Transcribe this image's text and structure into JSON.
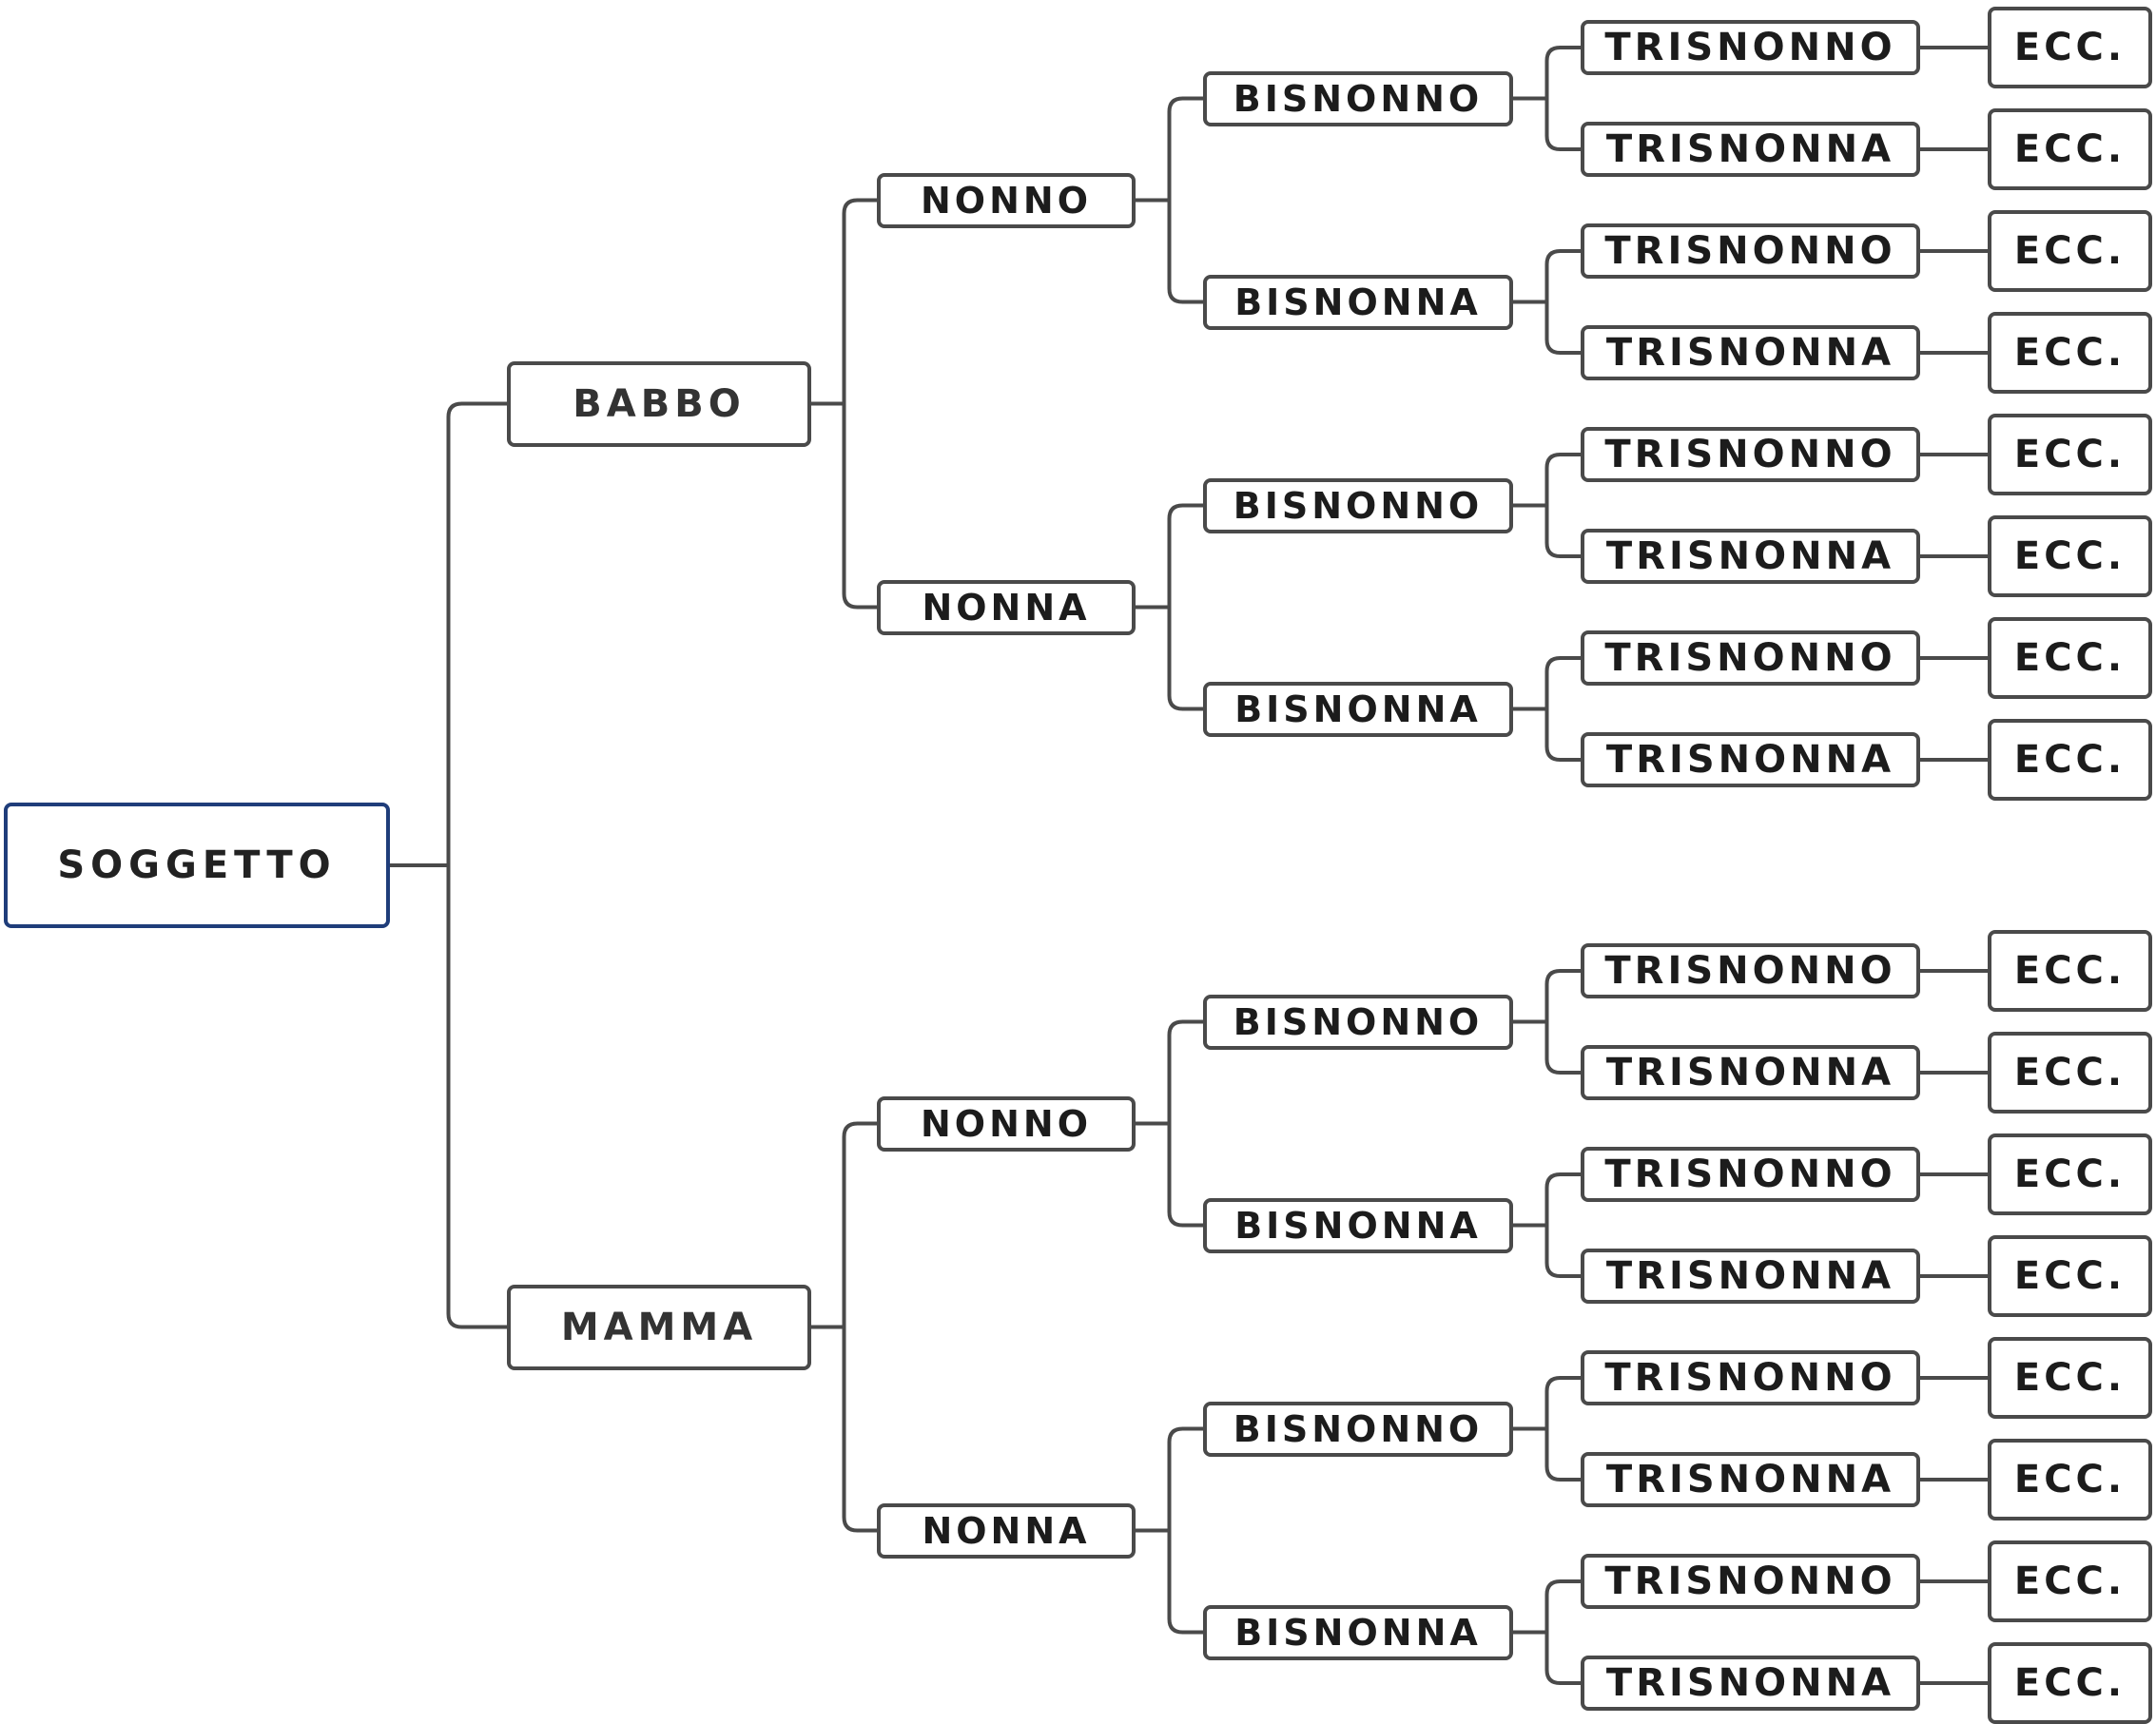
{
  "colors": {
    "root_border": "#1f3d7a",
    "node_border": "#4a4a4a",
    "line": "#4a4a4a",
    "text": "#1c1c1c"
  },
  "tree": {
    "label": "SOGGETTO",
    "children": [
      {
        "label": "BABBO",
        "children": [
          {
            "label": "NONNO",
            "children": [
              {
                "label": "BISNONNO",
                "children": [
                  {
                    "label": "TRISNONNO",
                    "children": [
                      {
                        "label": "ECC."
                      }
                    ]
                  },
                  {
                    "label": "TRISNONNA",
                    "children": [
                      {
                        "label": "ECC."
                      }
                    ]
                  }
                ]
              },
              {
                "label": "BISNONNA",
                "children": [
                  {
                    "label": "TRISNONNO",
                    "children": [
                      {
                        "label": "ECC."
                      }
                    ]
                  },
                  {
                    "label": "TRISNONNA",
                    "children": [
                      {
                        "label": "ECC."
                      }
                    ]
                  }
                ]
              }
            ]
          },
          {
            "label": "NONNA",
            "children": [
              {
                "label": "BISNONNO",
                "children": [
                  {
                    "label": "TRISNONNO",
                    "children": [
                      {
                        "label": "ECC."
                      }
                    ]
                  },
                  {
                    "label": "TRISNONNA",
                    "children": [
                      {
                        "label": "ECC."
                      }
                    ]
                  }
                ]
              },
              {
                "label": "BISNONNA",
                "children": [
                  {
                    "label": "TRISNONNO",
                    "children": [
                      {
                        "label": "ECC."
                      }
                    ]
                  },
                  {
                    "label": "TRISNONNA",
                    "children": [
                      {
                        "label": "ECC."
                      }
                    ]
                  }
                ]
              }
            ]
          }
        ]
      },
      {
        "label": "MAMMA",
        "children": [
          {
            "label": "NONNO",
            "children": [
              {
                "label": "BISNONNO",
                "children": [
                  {
                    "label": "TRISNONNO",
                    "children": [
                      {
                        "label": "ECC."
                      }
                    ]
                  },
                  {
                    "label": "TRISNONNA",
                    "children": [
                      {
                        "label": "ECC."
                      }
                    ]
                  }
                ]
              },
              {
                "label": "BISNONNA",
                "children": [
                  {
                    "label": "TRISNONNO",
                    "children": [
                      {
                        "label": "ECC."
                      }
                    ]
                  },
                  {
                    "label": "TRISNONNA",
                    "children": [
                      {
                        "label": "ECC."
                      }
                    ]
                  }
                ]
              }
            ]
          },
          {
            "label": "NONNA",
            "children": [
              {
                "label": "BISNONNO",
                "children": [
                  {
                    "label": "TRISNONNO",
                    "children": [
                      {
                        "label": "ECC."
                      }
                    ]
                  },
                  {
                    "label": "TRISNONNA",
                    "children": [
                      {
                        "label": "ECC."
                      }
                    ]
                  }
                ]
              },
              {
                "label": "BISNONNA",
                "children": [
                  {
                    "label": "TRISNONNO",
                    "children": [
                      {
                        "label": "ECC."
                      }
                    ]
                  },
                  {
                    "label": "TRISNONNA",
                    "children": [
                      {
                        "label": "ECC."
                      }
                    ]
                  }
                ]
              }
            ]
          }
        ]
      }
    ]
  }
}
